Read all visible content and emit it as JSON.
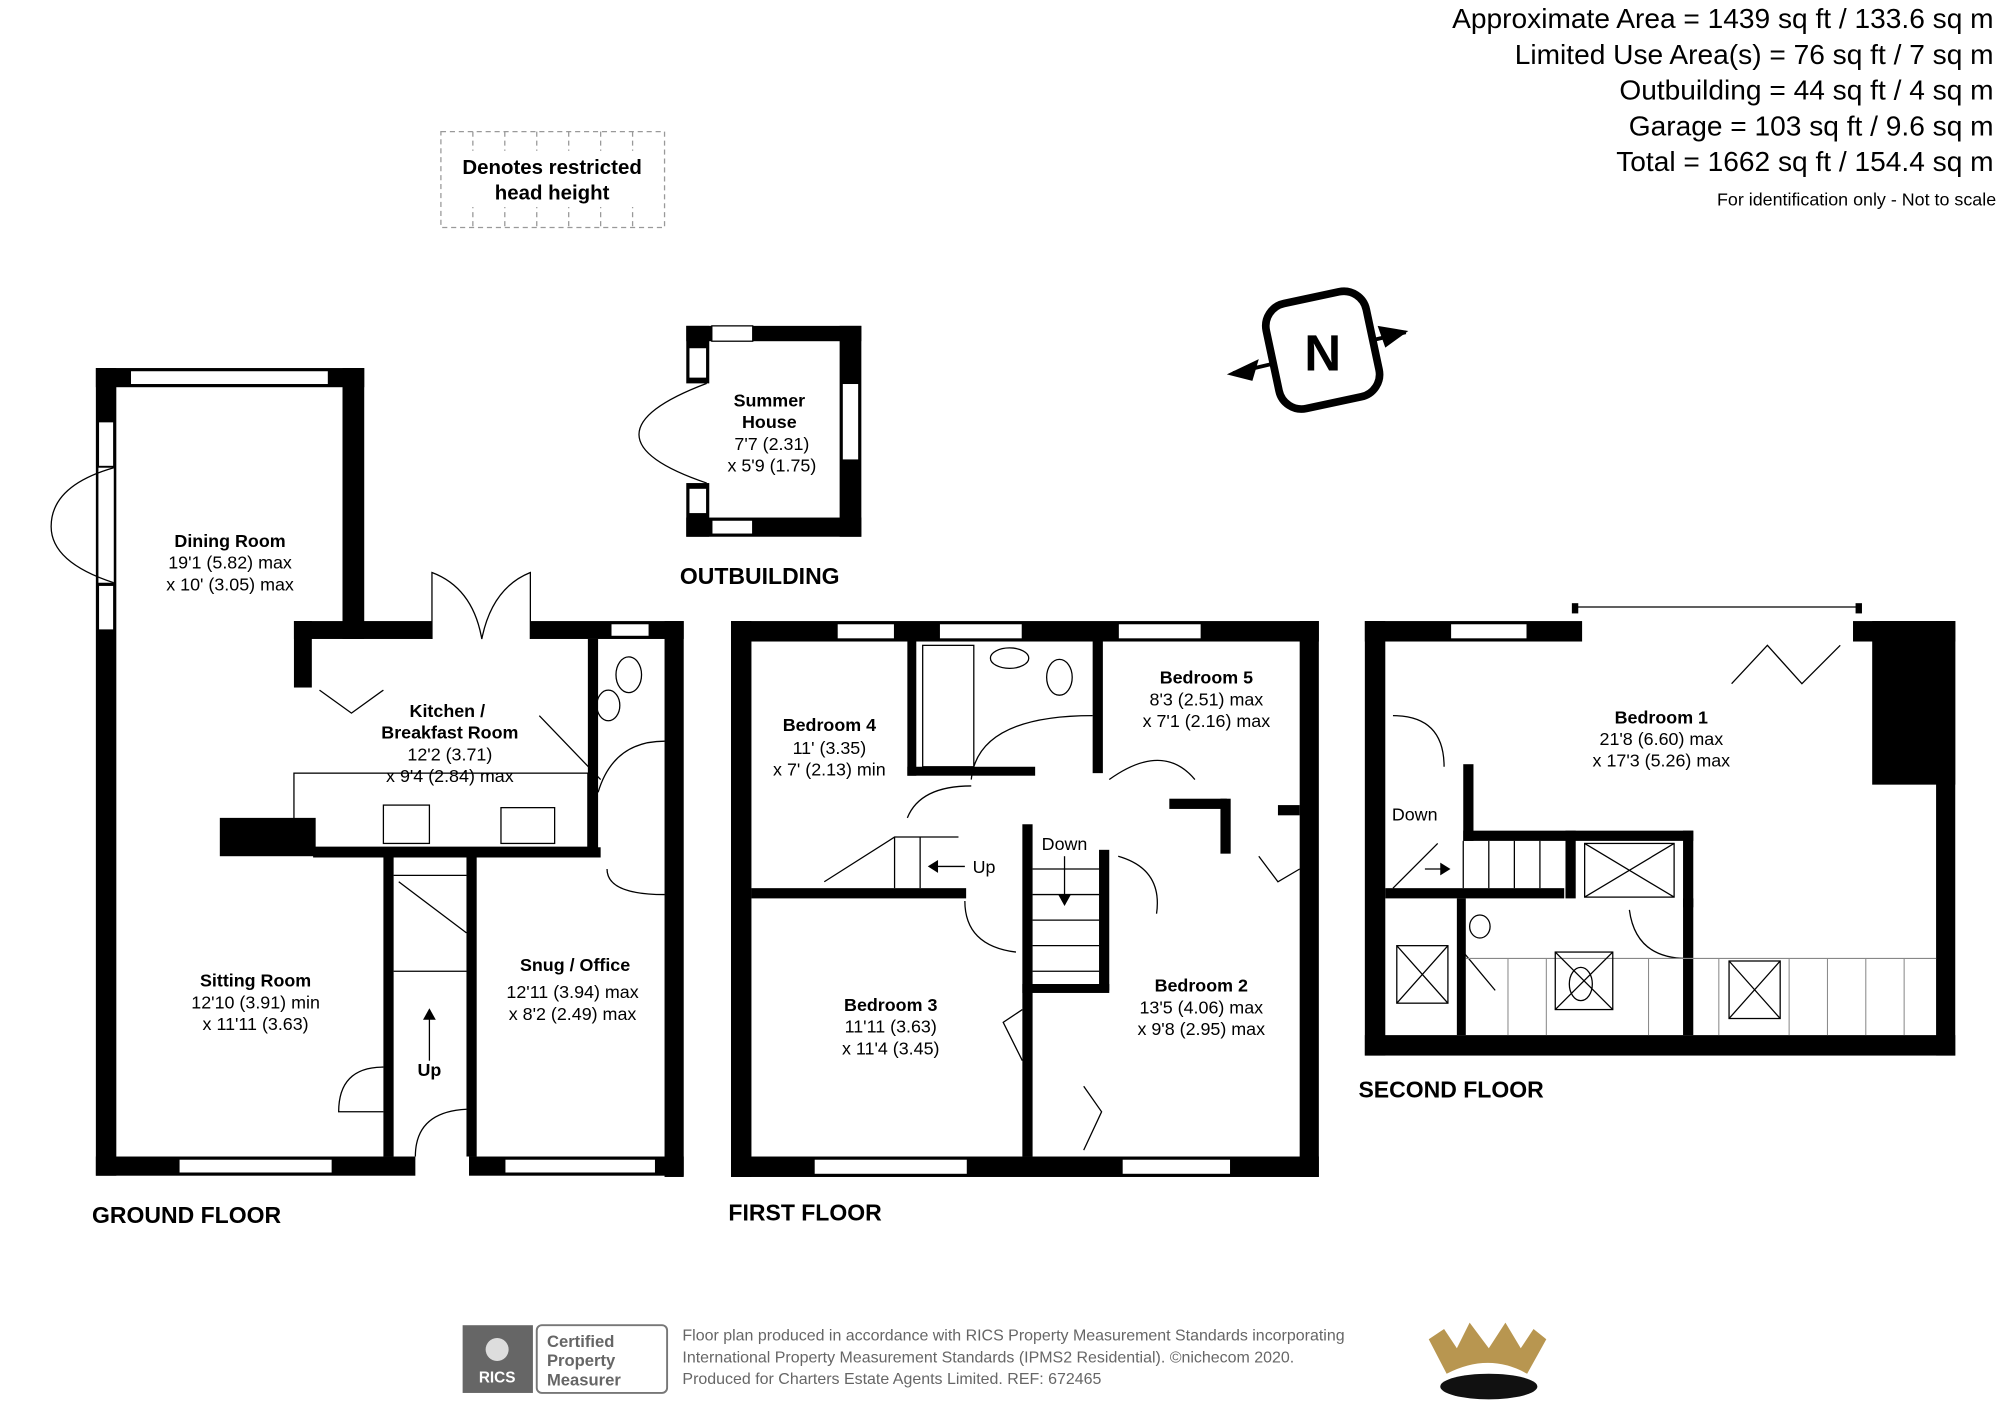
{
  "areas": {
    "approximate": "Approximate Area = 1439 sq ft / 133.6 sq m",
    "limited_use": "Limited Use Area(s) = 76 sq ft / 7 sq m",
    "outbuilding": "Outbuilding = 44 sq ft / 4 sq m",
    "garage": "Garage = 103 sq ft / 9.6 sq m",
    "total": "Total = 1662 sq ft / 154.4 sq m",
    "note": "For identification only - Not to scale"
  },
  "legend": {
    "line1": "Denotes restricted",
    "line2": "head height"
  },
  "compass": {
    "label": "N"
  },
  "floors": {
    "ground": "GROUND FLOOR",
    "first": "FIRST FLOOR",
    "second": "SECOND FLOOR",
    "outbuilding": "OUTBUILDING"
  },
  "rooms": {
    "dining": {
      "name": "Dining Room",
      "d1": "19'1 (5.82) max",
      "d2": "x 10' (3.05) max"
    },
    "kitchen": {
      "name1": "Kitchen /",
      "name2": "Breakfast Room",
      "d1": "12'2 (3.71)",
      "d2": "x 9'4 (2.84) max"
    },
    "sitting": {
      "name": "Sitting Room",
      "d1": "12'10 (3.91) min",
      "d2": "x 11'11 (3.63)"
    },
    "snug": {
      "name": "Snug / Office",
      "d1": "12'11 (3.94) max",
      "d2": "x 8'2 (2.49) max"
    },
    "summer": {
      "name1": "Summer",
      "name2": "House",
      "d1": "7'7 (2.31)",
      "d2": "x 5'9 (1.75)"
    },
    "bed4": {
      "name": "Bedroom 4",
      "d1": "11' (3.35)",
      "d2": "x 7' (2.13) min"
    },
    "bed5": {
      "name": "Bedroom 5",
      "d1": "8'3 (2.51) max",
      "d2": "x 7'1 (2.16) max"
    },
    "bed3": {
      "name": "Bedroom 3",
      "d1": "11'11 (3.63)",
      "d2": "x 11'4 (3.45)"
    },
    "bed2": {
      "name": "Bedroom 2",
      "d1": "13'5 (4.06) max",
      "d2": "x 9'8 (2.95) max"
    },
    "bed1": {
      "name": "Bedroom 1",
      "d1": "21'8 (6.60) max",
      "d2": "x 17'3 (5.26) max"
    }
  },
  "stairs": {
    "ground_up": "Up",
    "first_up": "Up",
    "first_down": "Down",
    "second_down": "Down"
  },
  "footer": {
    "badge_logo": "RICS",
    "badge_1": "Certified",
    "badge_2": "Property",
    "badge_3": "Measurer",
    "line1": "Floor plan produced in accordance with RICS Property Measurement Standards incorporating",
    "line2": "International Property Measurement Standards (IPMS2 Residential).   ©nichecom 2020.",
    "line3": "Produced for Charters Estate Agents Limited.   REF:  672465"
  },
  "colors": {
    "wall": "#000000",
    "crown_gold": "#b89650",
    "footer_text": "#666666"
  }
}
